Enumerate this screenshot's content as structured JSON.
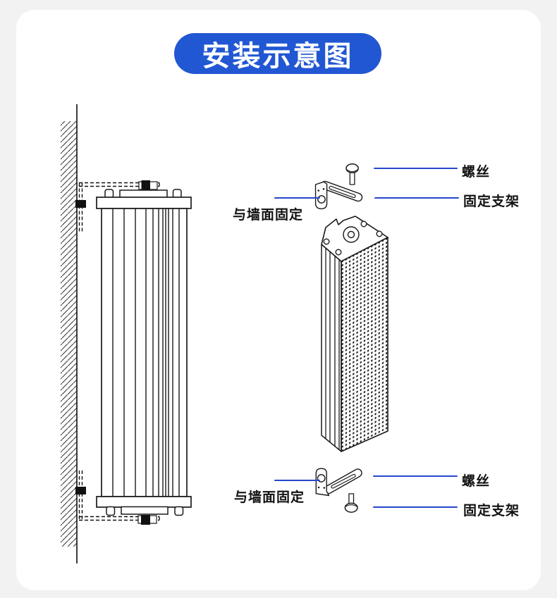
{
  "title": {
    "text": "安装示意图"
  },
  "labels": {
    "wall_fix": "与墙面固定",
    "screw": "螺丝",
    "bracket": "固定支架"
  },
  "colors": {
    "page_bg": "#f2f2f3",
    "card_bg": "#ffffff",
    "accent_blue": "#2157d2",
    "callout_blue": "#2647cd",
    "ink": "#1a1a1a"
  }
}
